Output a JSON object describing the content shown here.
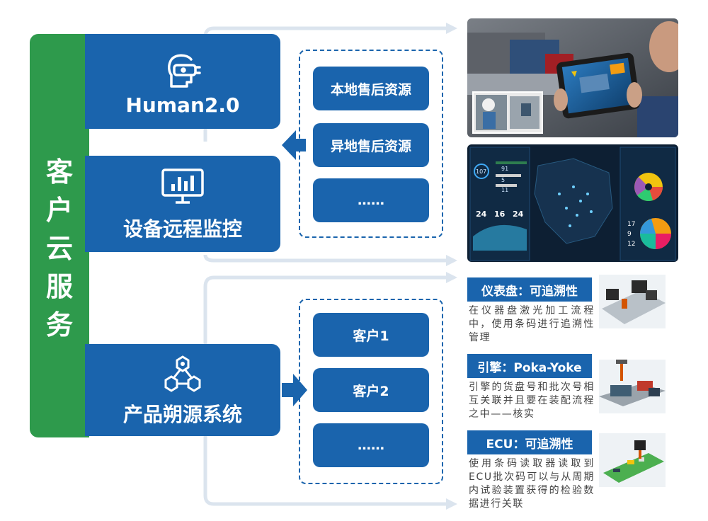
{
  "sidebar": {
    "title": "客户云服务"
  },
  "categories": [
    {
      "label": "Human2.0",
      "icon": "vr-head-icon"
    },
    {
      "label": "设备远程监控",
      "icon": "monitor-chart-icon"
    },
    {
      "label": "产品朔源系统",
      "icon": "hexagon-network-icon"
    }
  ],
  "group_top": {
    "items": [
      "本地售后资源",
      "异地售后资源",
      "……"
    ]
  },
  "group_bottom": {
    "items": [
      "客户1",
      "客户2",
      "……"
    ]
  },
  "dashboard": {
    "values": [
      "107",
      "91",
      "5",
      "11",
      "24",
      "16",
      "24",
      "17",
      "9",
      "12"
    ]
  },
  "panels": [
    {
      "title": "仪表盘：可追溯性",
      "desc": "在仪器盘激光加工流程中，使用条码进行追溯性管理"
    },
    {
      "title": "引擎：Poka-Yoke",
      "desc": "引擎的货盘号和批次号相互关联并且要在装配流程之中——核实"
    },
    {
      "title": "ECU：可追溯性",
      "desc": "使用条码读取器读取到ECU批次码可以与从周期内试验装置获得的检验数据进行关联"
    }
  ],
  "colors": {
    "green": "#2e9a4c",
    "blue": "#1a64ad",
    "connector": "#d9e3ee",
    "dashboard_bg": "#0d1f33"
  }
}
